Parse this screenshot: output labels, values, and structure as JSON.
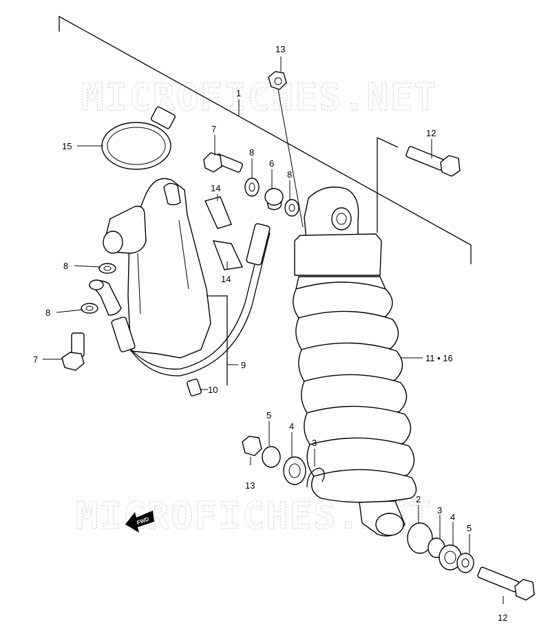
{
  "watermark": {
    "text": "MICROFICHES.NET"
  },
  "fwd_label": "FWD",
  "callouts": {
    "p1": "1",
    "p2": "2",
    "p3a": "3",
    "p3b": "3",
    "p4a": "4",
    "p4b": "4",
    "p5a": "5",
    "p5b": "5",
    "p6": "6",
    "p7a": "7",
    "p7b": "7",
    "p8a": "8",
    "p8b": "8",
    "p8c": "8",
    "p8d": "8",
    "p9": "9",
    "p10": "10",
    "p11": "11 • 16",
    "p12a": "12",
    "p12b": "12",
    "p13a": "13",
    "p13b": "13",
    "p14a": "14",
    "p14b": "14",
    "p15": "15"
  }
}
